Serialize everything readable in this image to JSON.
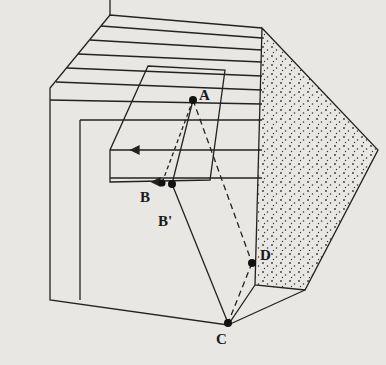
{
  "diagram": {
    "labels": [
      "A",
      "B",
      "B'",
      "C",
      "D"
    ]
  }
}
